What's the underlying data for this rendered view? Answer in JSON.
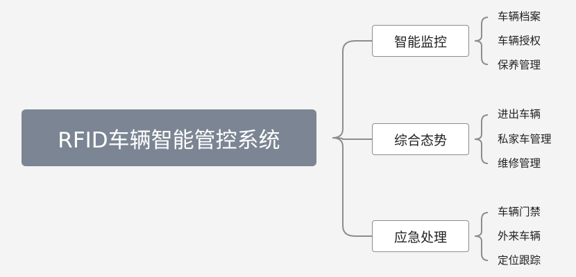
{
  "root": {
    "label": "RFID车辆智能管控系统"
  },
  "branches": [
    {
      "label": "智能监控",
      "children": [
        "车辆档案",
        "车辆授权",
        "保养管理"
      ]
    },
    {
      "label": "综合态势",
      "children": [
        "进出车辆",
        "私家车管理",
        "维修管理"
      ]
    },
    {
      "label": "应急处理",
      "children": [
        "车辆门禁",
        "外来车辆",
        "定位跟踪"
      ]
    }
  ],
  "colors": {
    "root_fill": "#7b8593",
    "connector": "#8c8c8c",
    "background": "#f4f4f4"
  }
}
